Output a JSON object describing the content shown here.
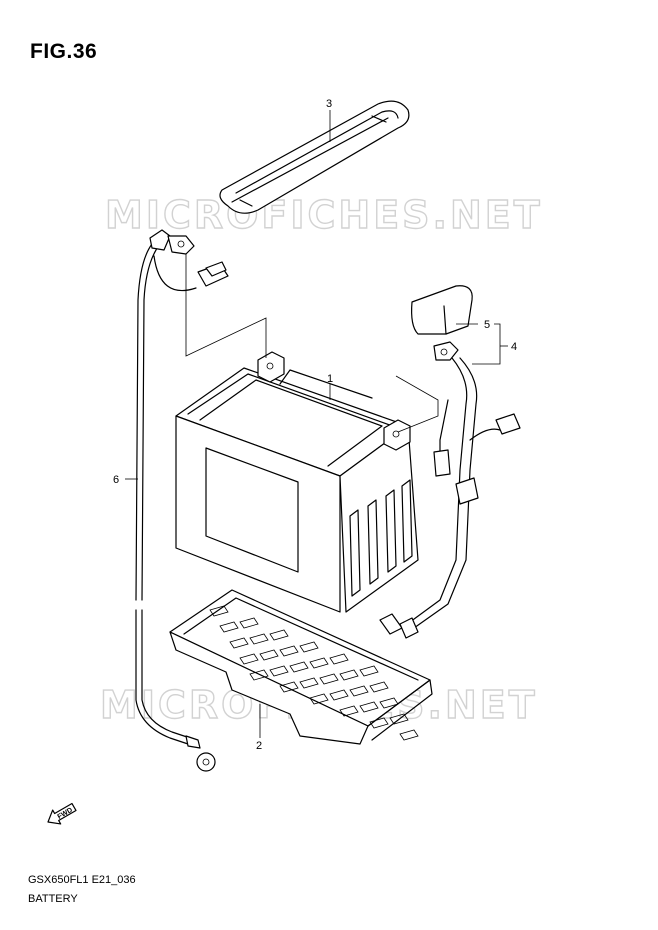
{
  "figure": {
    "title": "FIG.36",
    "code": "GSX650FL1 E21_036",
    "name": "BATTERY"
  },
  "watermark": {
    "text": "MICROFICHES.NET"
  },
  "callouts": [
    {
      "id": "1",
      "label": "1"
    },
    {
      "id": "2",
      "label": "2"
    },
    {
      "id": "3",
      "label": "3"
    },
    {
      "id": "4",
      "label": "4"
    },
    {
      "id": "5",
      "label": "5"
    },
    {
      "id": "6",
      "label": "6"
    }
  ],
  "fwd_icon": {
    "label": "FWD"
  }
}
